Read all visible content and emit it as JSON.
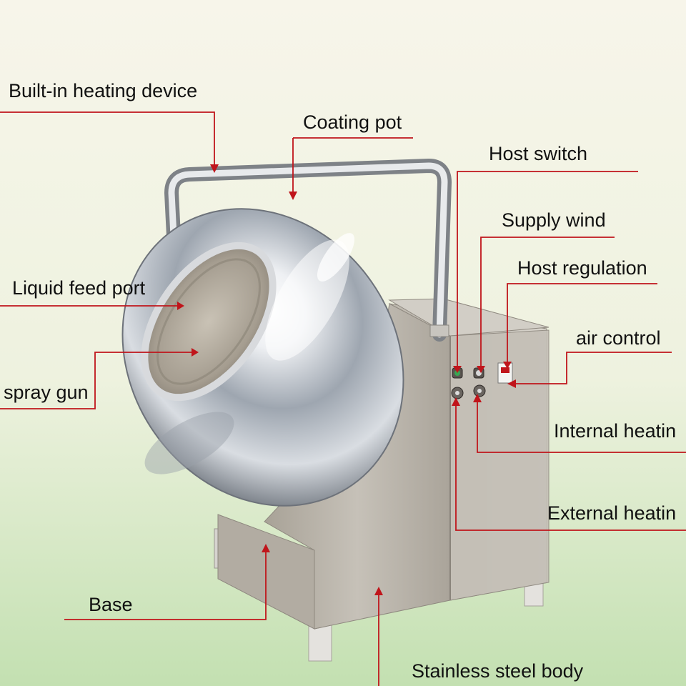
{
  "colors": {
    "leader_line": "#c0151b",
    "background_top": "#f7f5ea",
    "background_bottom": "#c6e3b5",
    "steel_light": "#e9eaeb",
    "steel_mid": "#b9b3ab",
    "steel_dark": "#8d877f"
  },
  "labels": {
    "heating_device": "Built-in heating device",
    "coating_pot": "Coating pot",
    "host_switch": "Host switch",
    "supply_wind": "Supply wind",
    "host_regulation": "Host regulation",
    "liquid_feed_port": "Liquid feed port",
    "air_control": "air control",
    "spray_gun": "spray gun",
    "internal_heating": "Internal heatin",
    "external_heating": "External heatin",
    "base": "Base",
    "body": "Stainless steel body"
  }
}
